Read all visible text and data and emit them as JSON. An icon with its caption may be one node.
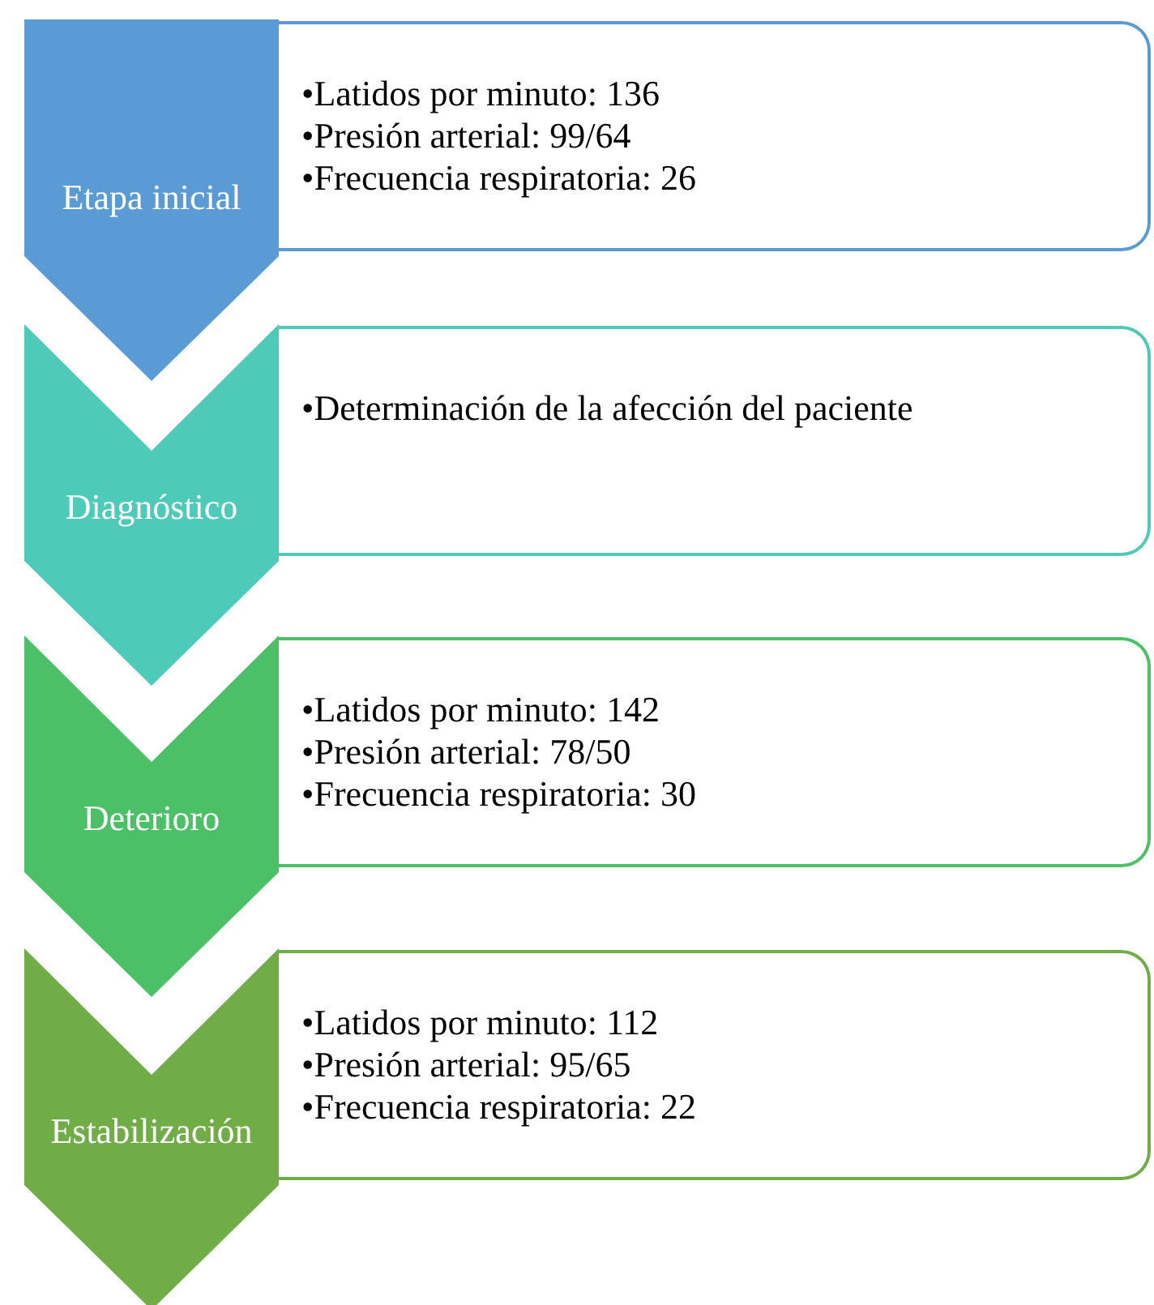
{
  "diagram": {
    "nodes": [
      {
        "text": [
          "Etapa inicial"
        ]
      },
      {
        "text": [
          "•Latidos por minuto: 136",
          "•Presión arterial: 99/64",
          "•Frecuencia respiratoria: 26"
        ]
      },
      {
        "text": [
          "Diagnóstico"
        ]
      },
      {
        "text": [
          "•Determinación de la afección del paciente"
        ]
      },
      {
        "text": [
          "Deterioro"
        ]
      },
      {
        "text": [
          "•Latidos por minuto: 142",
          "•Presión arterial: 78/50",
          "•Frecuencia respiratoria: 30"
        ]
      },
      {
        "text": [
          "Estabilización"
        ]
      },
      {
        "text": [
          "•Latidos por minuto: 112",
          "•Presión arterial: 95/65",
          "•Frecuencia respiratoria: 22"
        ]
      }
    ]
  }
}
